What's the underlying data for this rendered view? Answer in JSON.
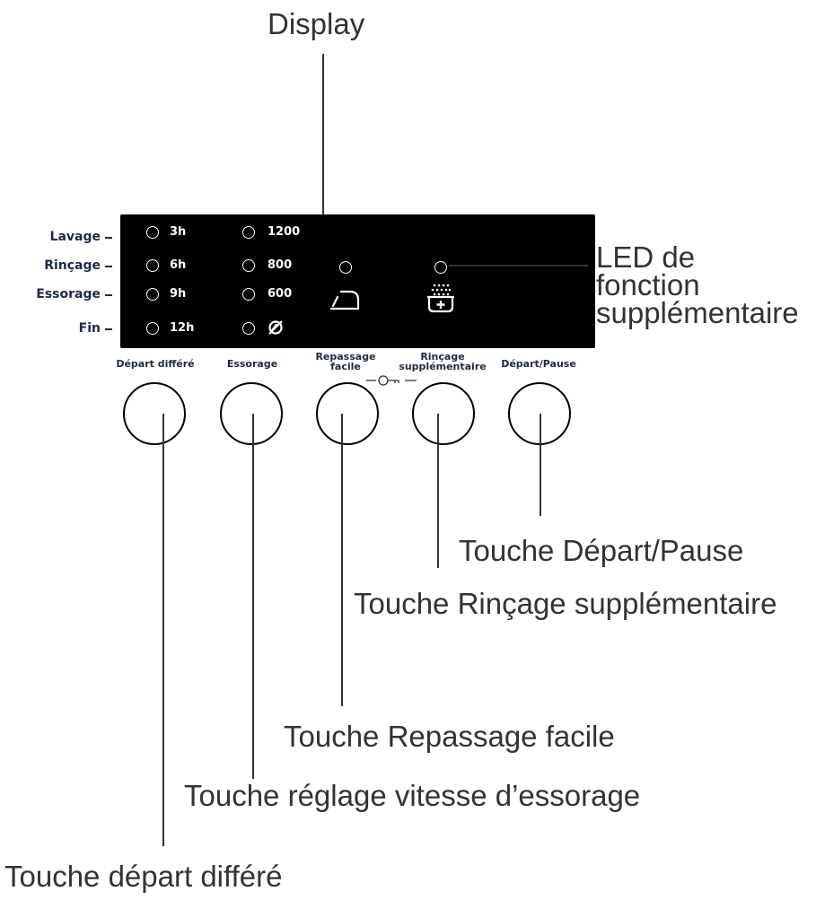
{
  "callouts": {
    "display": "Display",
    "led": [
      "LED de",
      "fonction",
      "supplémentaire"
    ],
    "depart_pause": "Touche Départ/Pause",
    "rincage_supp": "Touche Rinçage supplémentaire",
    "repassage": "Touche Repassage facile",
    "essorage": "Touche réglage vitesse d’essorage",
    "depart_differe": "Touche départ différé"
  },
  "panel": {
    "row_labels": [
      "Lavage",
      "Rinçage",
      "Essorage",
      "Fin"
    ],
    "row_dash": "–",
    "delay_options": [
      "3h",
      "6h",
      "9h",
      "12h"
    ],
    "spin_options": [
      "1200",
      "800",
      "600"
    ],
    "no_spin_icon": "no-spin-icon",
    "iron_icon": "iron-icon",
    "extra_rinse_icon": "extra-rinse-icon"
  },
  "buttons": {
    "depart_differe": "Départ différé",
    "essorage": "Essorage",
    "repassage": [
      "Repassage",
      "facile"
    ],
    "rincage": [
      "Rinçage",
      "supplémentaire"
    ],
    "depart_pause": "Départ/Pause",
    "child_lock_icon": "key-icon"
  }
}
